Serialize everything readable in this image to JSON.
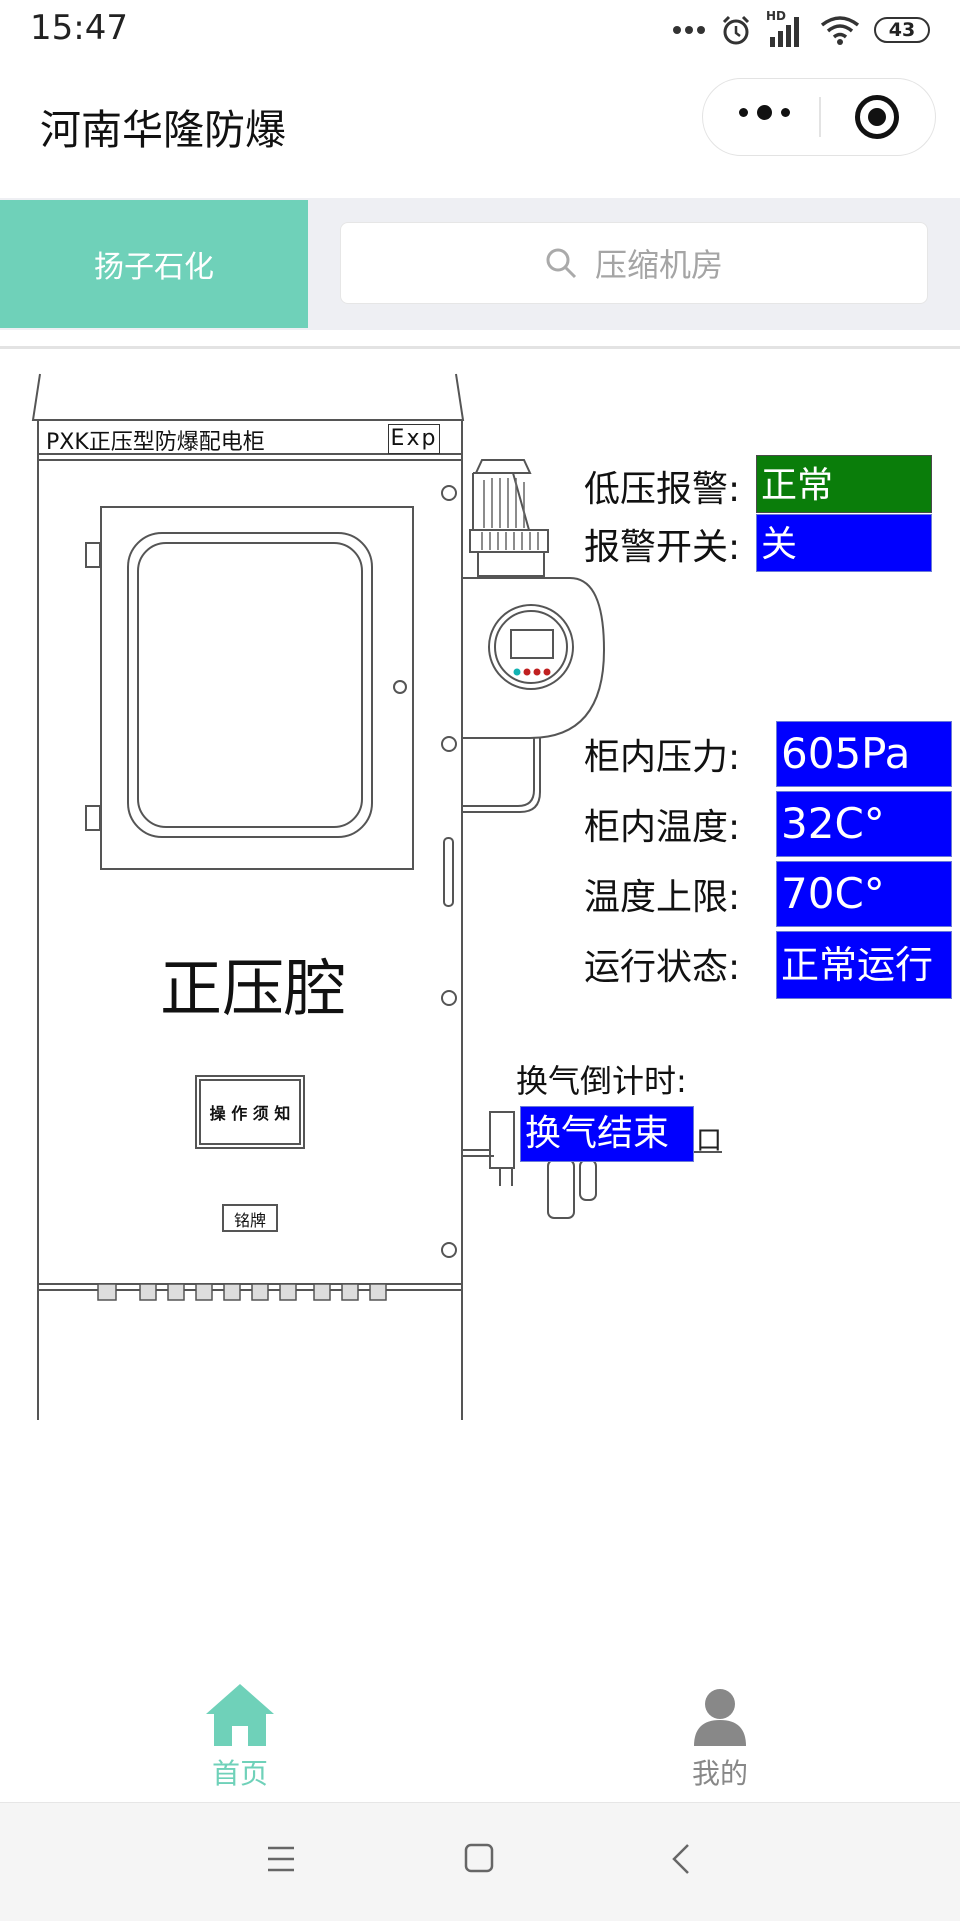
{
  "status_bar": {
    "time": "15:47",
    "battery": "43",
    "hd_label": "HD"
  },
  "nav": {
    "title": "河南华隆防爆"
  },
  "tabs": {
    "left_tab": "扬子石化",
    "search_placeholder": "压缩机房"
  },
  "cabinet": {
    "header_title": "PXK正压型防爆配电柜",
    "header_mark": "Exp",
    "body_label": "正压腔",
    "notice_label": "操 作 须 知",
    "nameplate_label": "铭牌"
  },
  "readouts": {
    "low_pressure_alarm": {
      "label": "低压报警:",
      "value": "正常",
      "color": "#0a7d0a"
    },
    "alarm_switch": {
      "label": "报警开关:",
      "value": "关",
      "color": "#0000ff"
    },
    "cabinet_pressure": {
      "label": "柜内压力:",
      "value": "605Pa",
      "color": "#0000ff"
    },
    "cabinet_temperature": {
      "label": "柜内温度:",
      "value": "32C°",
      "color": "#0000ff"
    },
    "temperature_upper_limit": {
      "label": "温度上限:",
      "value": "70C°",
      "color": "#0000ff"
    },
    "run_status": {
      "label": "运行状态:",
      "value": "正常运行",
      "color": "#0000ff"
    },
    "ventilation_countdown": {
      "label": "换气倒计时:",
      "value": "换气结束",
      "suffix": "口",
      "color": "#0000ff"
    }
  },
  "tabbar": {
    "home": {
      "label": "首页",
      "icon": "home-icon",
      "active_color": "#6fd1b9"
    },
    "mine": {
      "label": "我的",
      "icon": "user-icon",
      "color": "#888888"
    }
  },
  "system_nav": {
    "menu_icon": "menu-icon",
    "home_icon": "square-icon",
    "back_icon": "back-icon"
  },
  "colors": {
    "accent": "#6fd1b9",
    "alarm_ok": "#0a7d0a",
    "value_bg": "#0000ff"
  }
}
